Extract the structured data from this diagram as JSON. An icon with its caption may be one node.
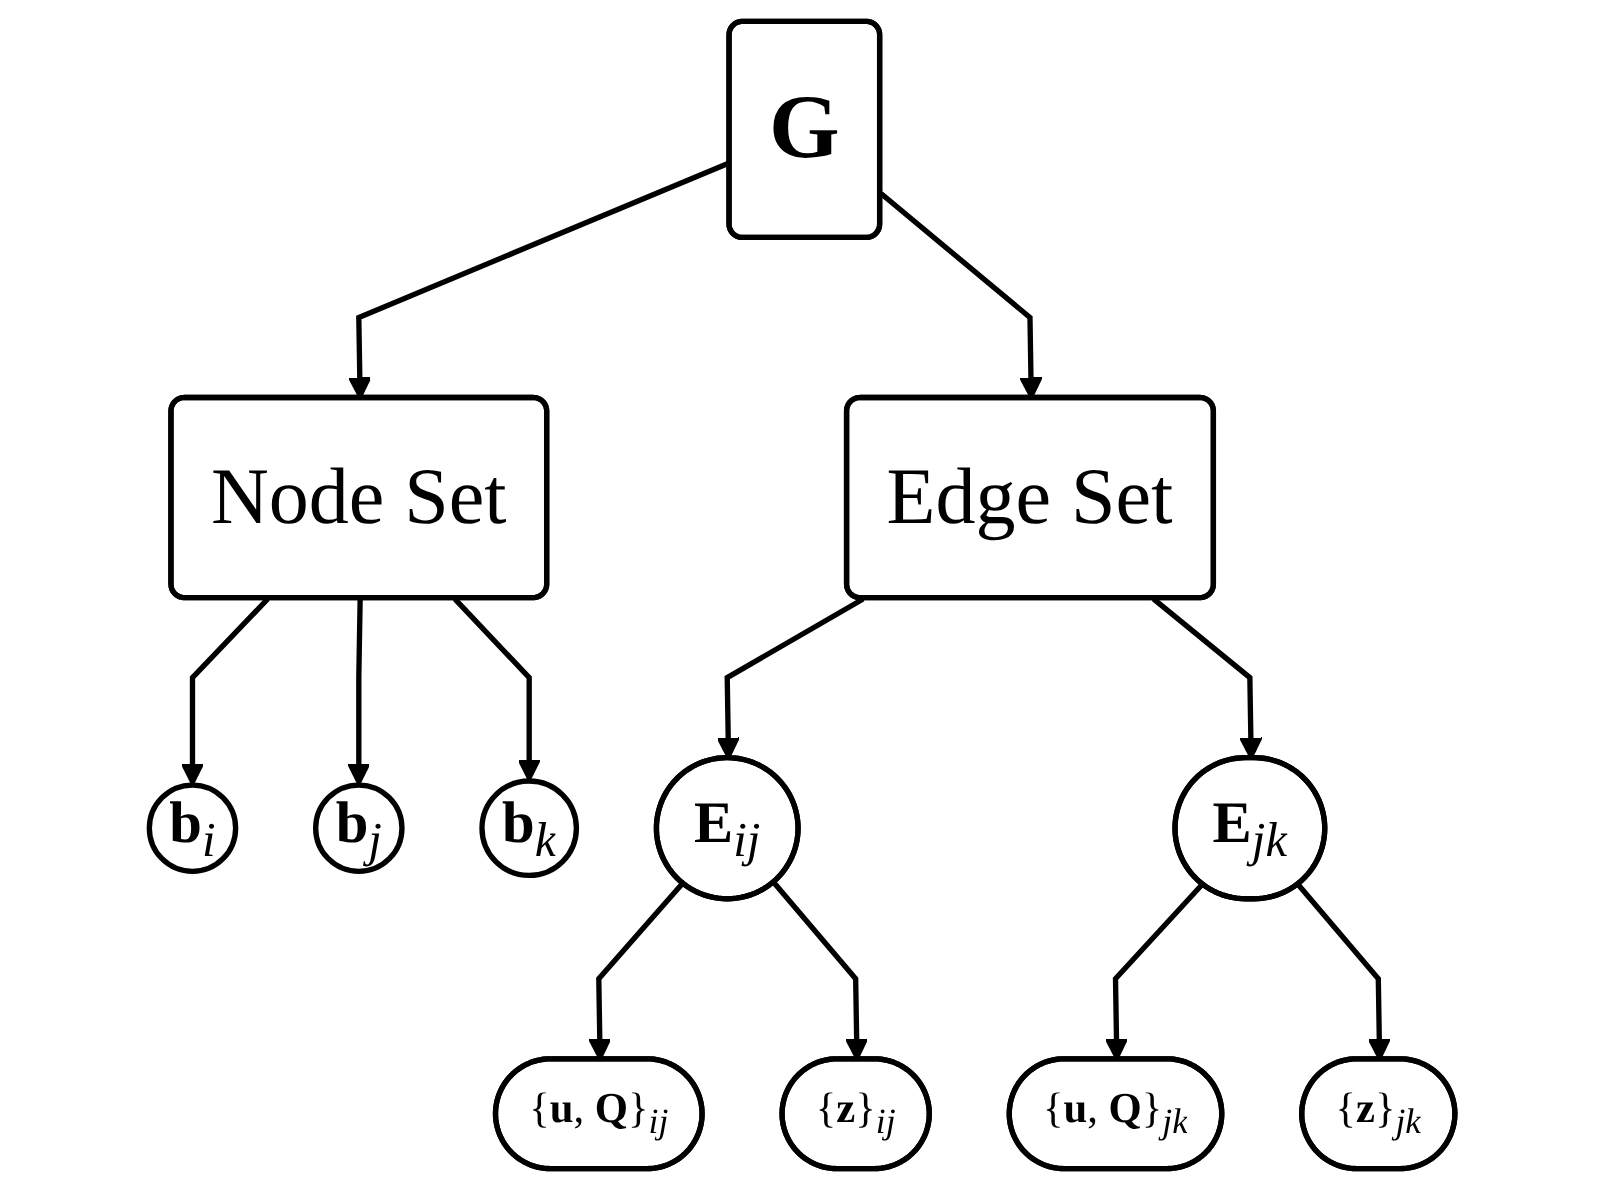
{
  "diagram": {
    "nodes": [
      {
        "text": [
          "G"
        ]
      },
      {
        "text": [
          "Node Set"
        ]
      },
      {
        "text": [
          "Edge Set"
        ]
      },
      {
        "text": [
          "**b**$_{i}$"
        ]
      },
      {
        "text": [
          "**b**$_{j}$"
        ]
      },
      {
        "text": [
          "**b**$_{k}$"
        ]
      },
      {
        "text": [
          "**E**$_{ij}$"
        ]
      },
      {
        "text": [
          "**E**$_{jk}$"
        ]
      },
      {
        "text": [
          "{**u**, **Q**}$_{ij}$"
        ]
      },
      {
        "text": [
          "{**z**}$_{ij}$"
        ]
      },
      {
        "text": [
          "{**u**, **Q**}$_{jk}$"
        ]
      },
      {
        "text": [
          "{**z**}$_{jk}$"
        ]
      }
    ],
    "edges": [
      {
        "from": 0,
        "to": 1,
        "arrow": "to"
      },
      {
        "from": 0,
        "to": 2,
        "arrow": "to"
      },
      {
        "from": 1,
        "to": 3,
        "arrow": "to"
      },
      {
        "from": 1,
        "to": 4,
        "arrow": "to"
      },
      {
        "from": 1,
        "to": 5,
        "arrow": "to"
      },
      {
        "from": 2,
        "to": 6,
        "arrow": "to"
      },
      {
        "from": 2,
        "to": 7,
        "arrow": "to"
      },
      {
        "from": 6,
        "to": 8,
        "arrow": "to"
      },
      {
        "from": 6,
        "to": 9,
        "arrow": "to"
      },
      {
        "from": 7,
        "to": 10,
        "arrow": "to"
      },
      {
        "from": 7,
        "to": 11,
        "arrow": "to"
      }
    ]
  }
}
